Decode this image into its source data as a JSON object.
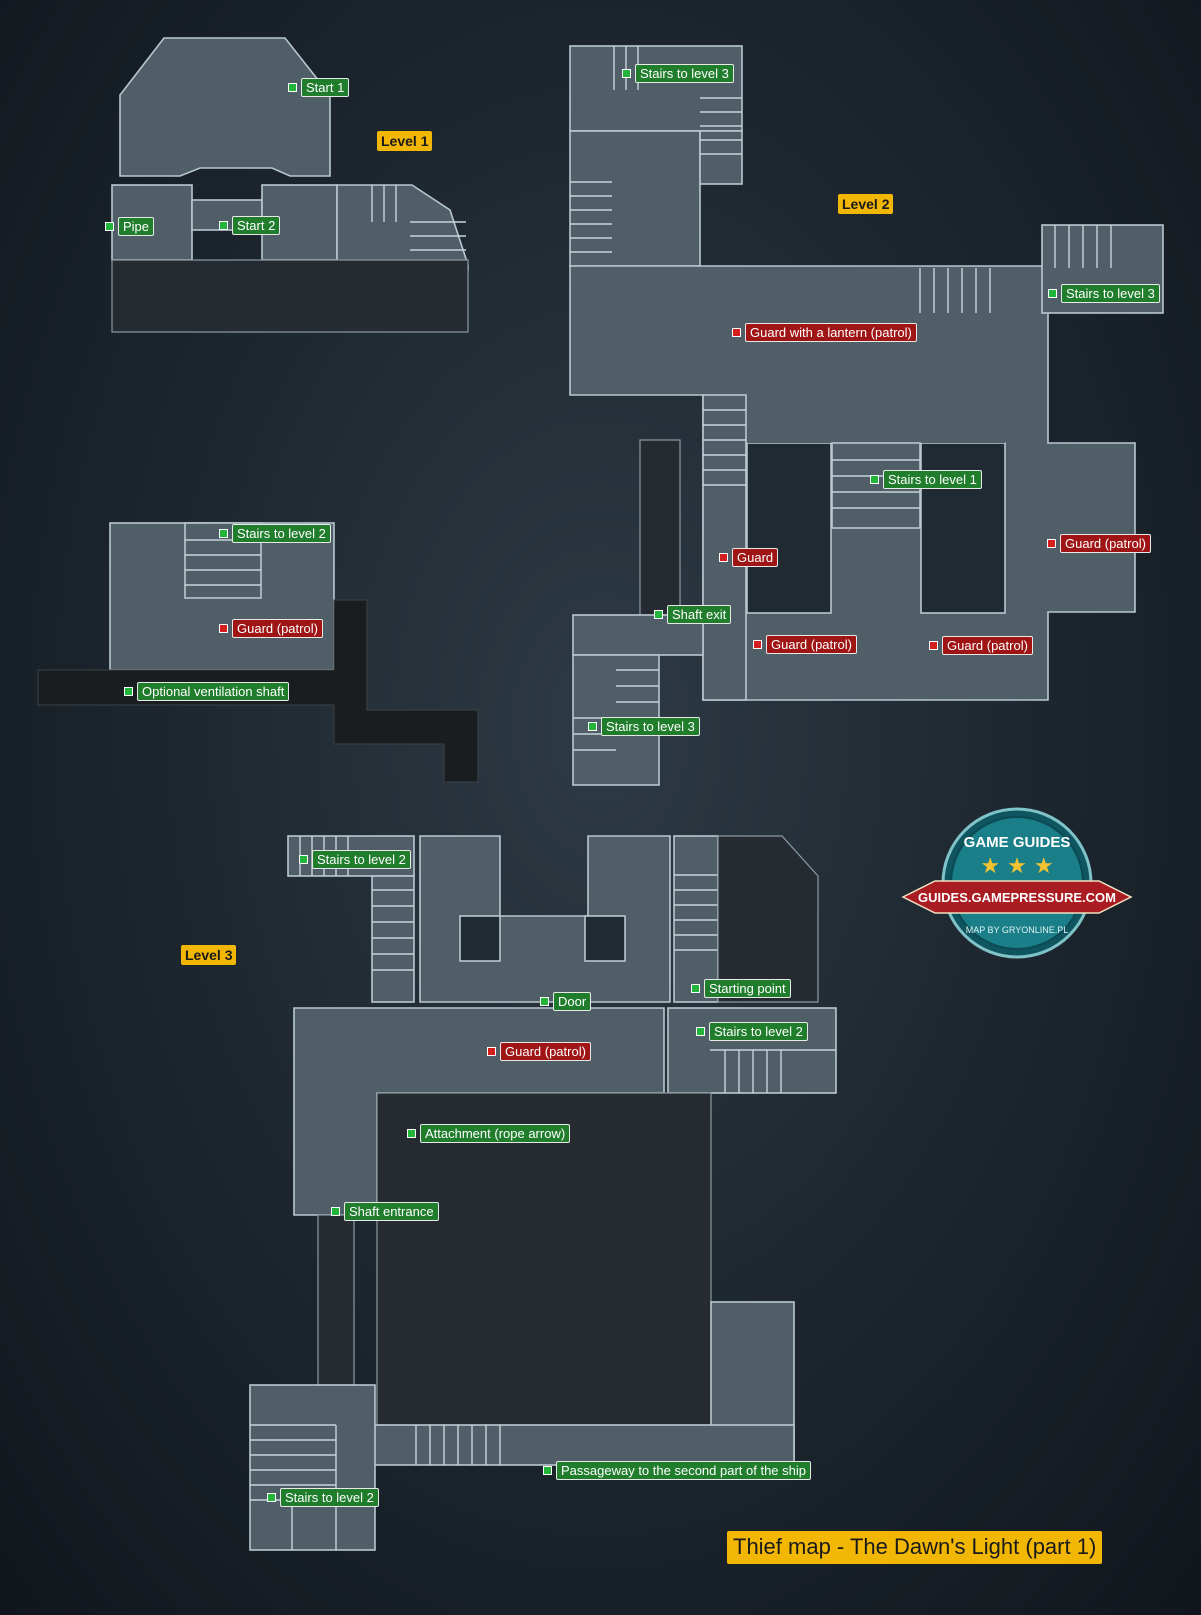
{
  "title": "Thief map - The Dawn's Light (part 1)",
  "levels": [
    {
      "id": "level1",
      "label": "Level 1"
    },
    {
      "id": "level2",
      "label": "Level 2"
    },
    {
      "id": "level3",
      "label": "Level 3"
    }
  ],
  "markers": {
    "l1_start1": {
      "label": "Start 1",
      "kind": "objective"
    },
    "l1_pipe": {
      "label": "Pipe",
      "kind": "objective"
    },
    "l1_start2": {
      "label": "Start 2",
      "kind": "objective"
    },
    "l1_stairs2": {
      "label": "Stairs to level 2",
      "kind": "objective"
    },
    "l1_guard": {
      "label": "Guard (patrol)",
      "kind": "guard"
    },
    "l1_vent": {
      "label": "Optional ventilation shaft",
      "kind": "objective"
    },
    "l2_stairs3_top": {
      "label": "Stairs to level 3",
      "kind": "objective"
    },
    "l2_stairs3_right": {
      "label": "Stairs to level 3",
      "kind": "objective"
    },
    "l2_lantern": {
      "label": "Guard with a lantern (patrol)",
      "kind": "guard"
    },
    "l2_stairs1": {
      "label": "Stairs to level 1",
      "kind": "objective"
    },
    "l2_guard": {
      "label": "Guard",
      "kind": "guard"
    },
    "l2_guard_right": {
      "label": "Guard (patrol)",
      "kind": "guard"
    },
    "l2_shaft_exit": {
      "label": "Shaft exit",
      "kind": "objective"
    },
    "l2_guard_mid": {
      "label": "Guard (patrol)",
      "kind": "guard"
    },
    "l2_guard_mid2": {
      "label": "Guard (patrol)",
      "kind": "guard"
    },
    "l2_stairs3_bottom": {
      "label": "Stairs to level 3",
      "kind": "objective"
    },
    "l3_stairs2_top": {
      "label": "Stairs to level 2",
      "kind": "objective"
    },
    "l3_start": {
      "label": "Starting point",
      "kind": "objective"
    },
    "l3_door": {
      "label": "Door",
      "kind": "objective"
    },
    "l3_stairs2_right": {
      "label": "Stairs to level 2",
      "kind": "objective"
    },
    "l3_guard": {
      "label": "Guard (patrol)",
      "kind": "guard"
    },
    "l3_attachment": {
      "label": "Attachment (rope arrow)",
      "kind": "objective"
    },
    "l3_shaft_entrance": {
      "label": "Shaft entrance",
      "kind": "objective"
    },
    "l3_passage": {
      "label": "Passageway to the second part of the ship",
      "kind": "objective"
    },
    "l3_stairs2_bottom": {
      "label": "Stairs to level 2",
      "kind": "objective"
    }
  },
  "badge": {
    "top": "GAME GUIDES",
    "ribbon": "GUIDES.GAMEPRESSURE.COM",
    "bottom": "MAP BY GRYONLINE.PL"
  },
  "colors": {
    "background": "#1c252d",
    "room": "#4f5e67",
    "objective": "#22b53a",
    "guard": "#d51f1f",
    "level_label": "#f2b705"
  }
}
